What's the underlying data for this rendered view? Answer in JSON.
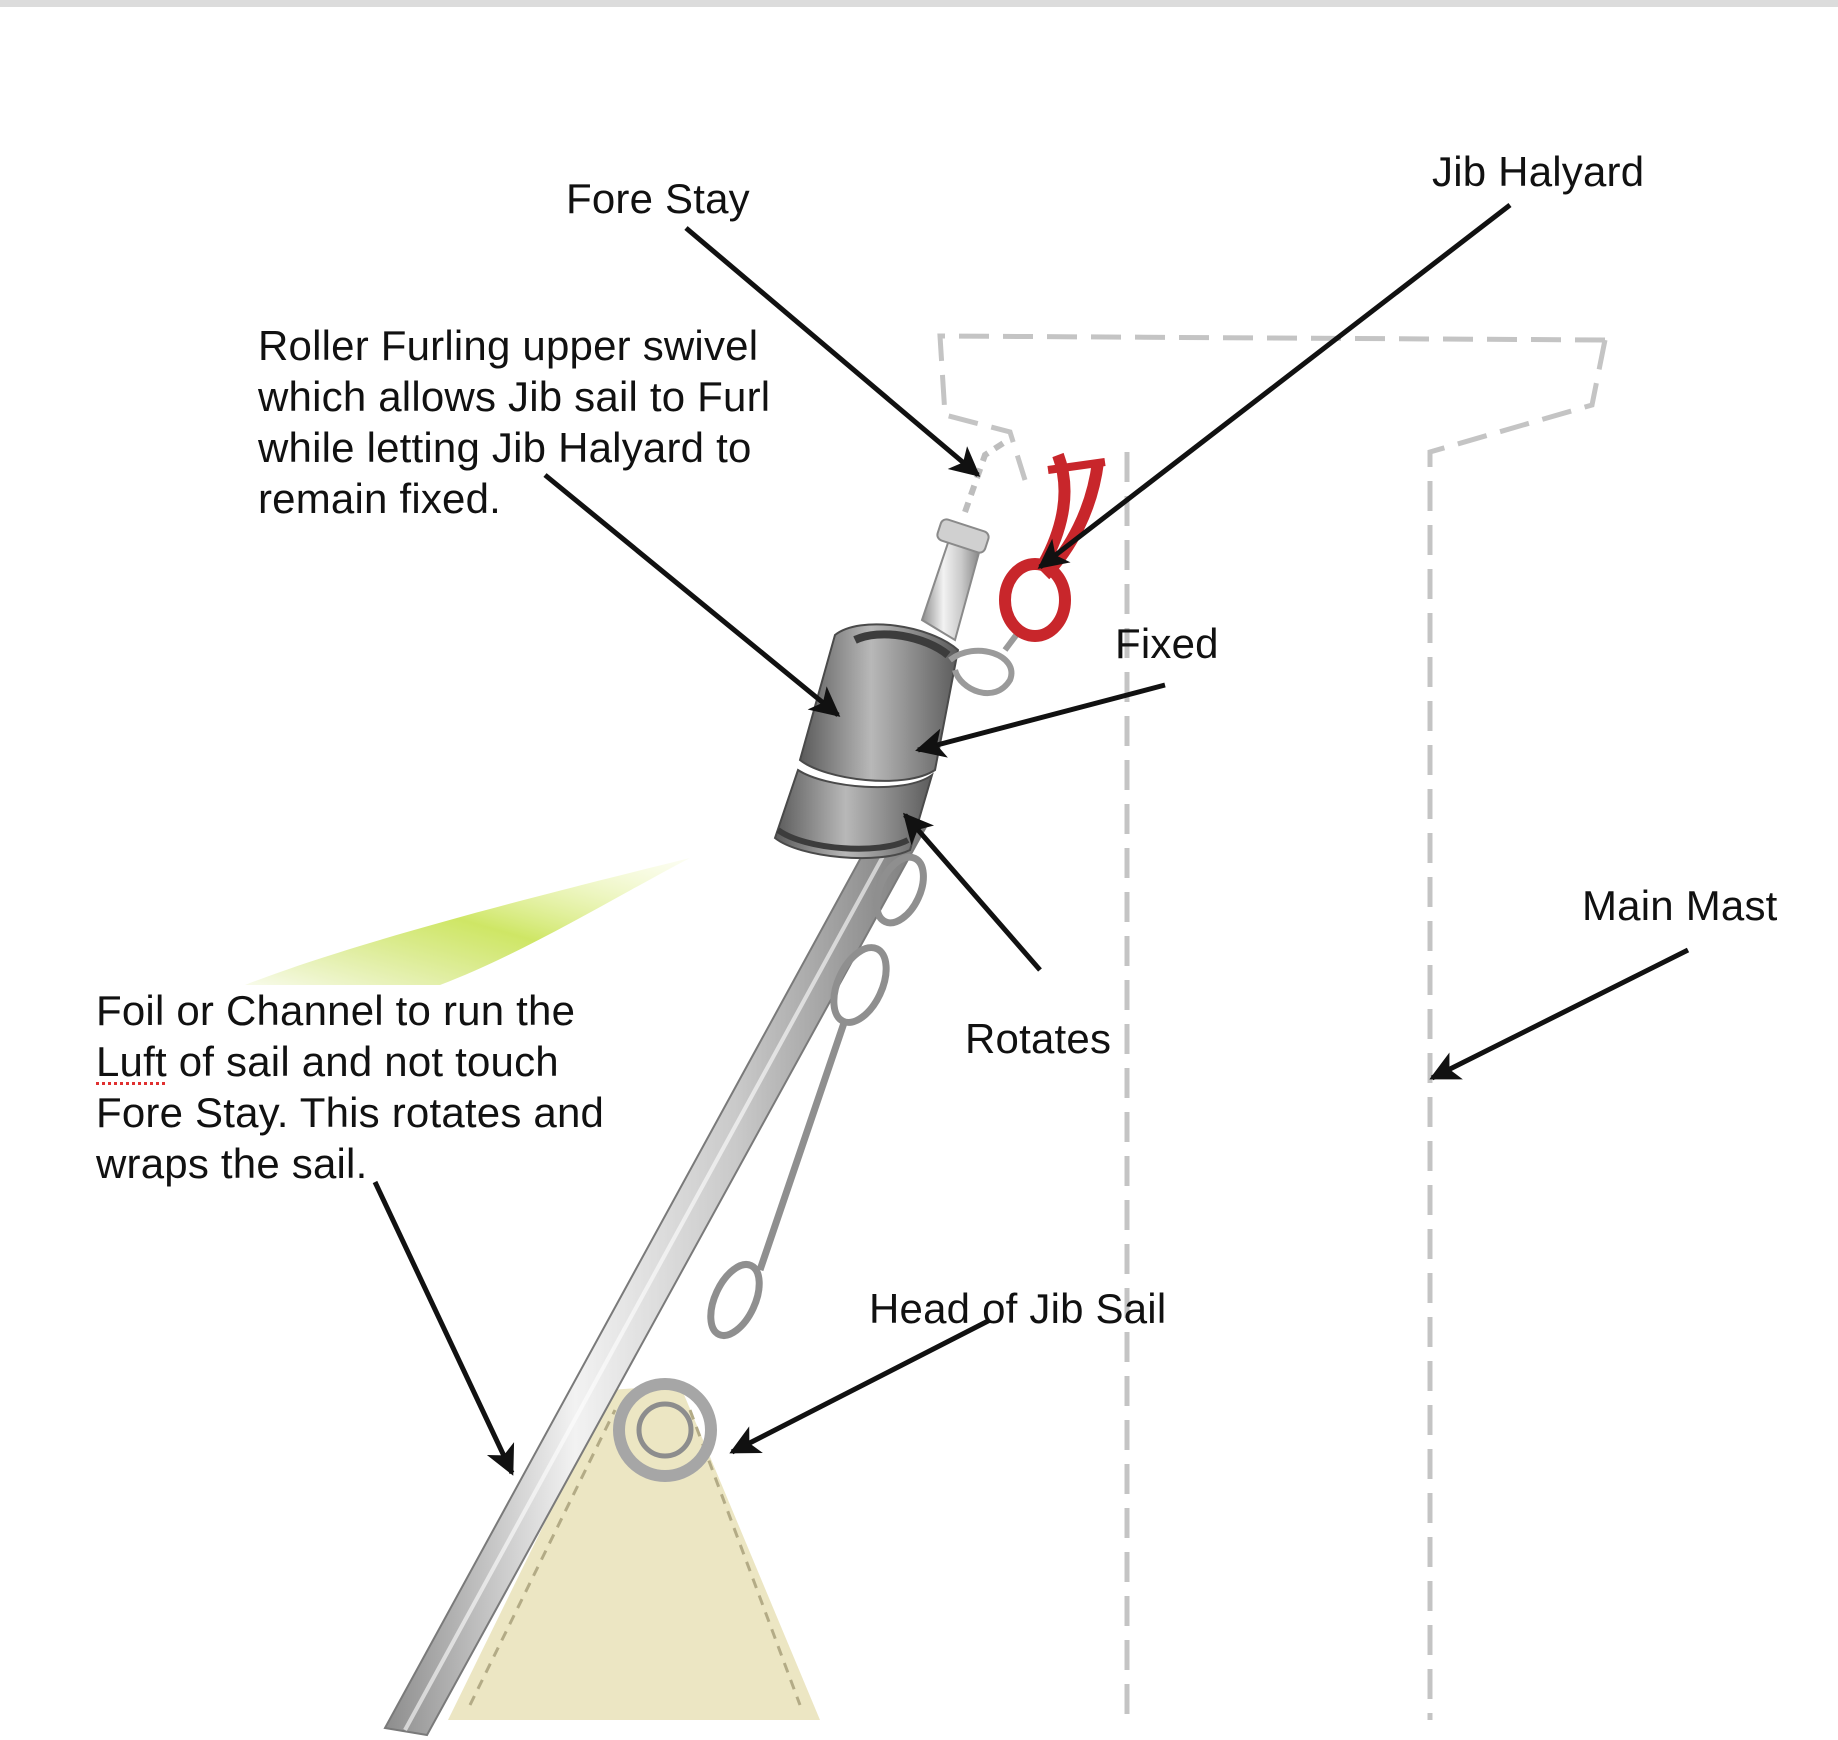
{
  "labels": {
    "fore_stay": "Fore Stay",
    "jib_halyard": "Jib Halyard",
    "swivel_lines": [
      "Roller Furling upper swivel",
      "which allows Jib sail to Furl",
      "while letting Jib Halyard to",
      "remain fixed."
    ],
    "fixed": "Fixed",
    "rotates": "Rotates",
    "main_mast": "Main Mast",
    "foil_line1": "Foil or Channel to run the",
    "foil_line2_word": "Luft",
    "foil_line2_rest": " of sail and not touch",
    "foil_line3": "Fore Stay.  This rotates and",
    "foil_line4": "wraps the sail.",
    "head_of_jib": "Head of Jib Sail"
  },
  "colors": {
    "halyard_red": "#c8262b",
    "sail_cream": "#ece6c3",
    "swivel_gray": "#7c7c7c",
    "mast_dash": "#c4c4c4",
    "highlight_yellow": "#c6e24a",
    "arrow_black": "#111111"
  }
}
